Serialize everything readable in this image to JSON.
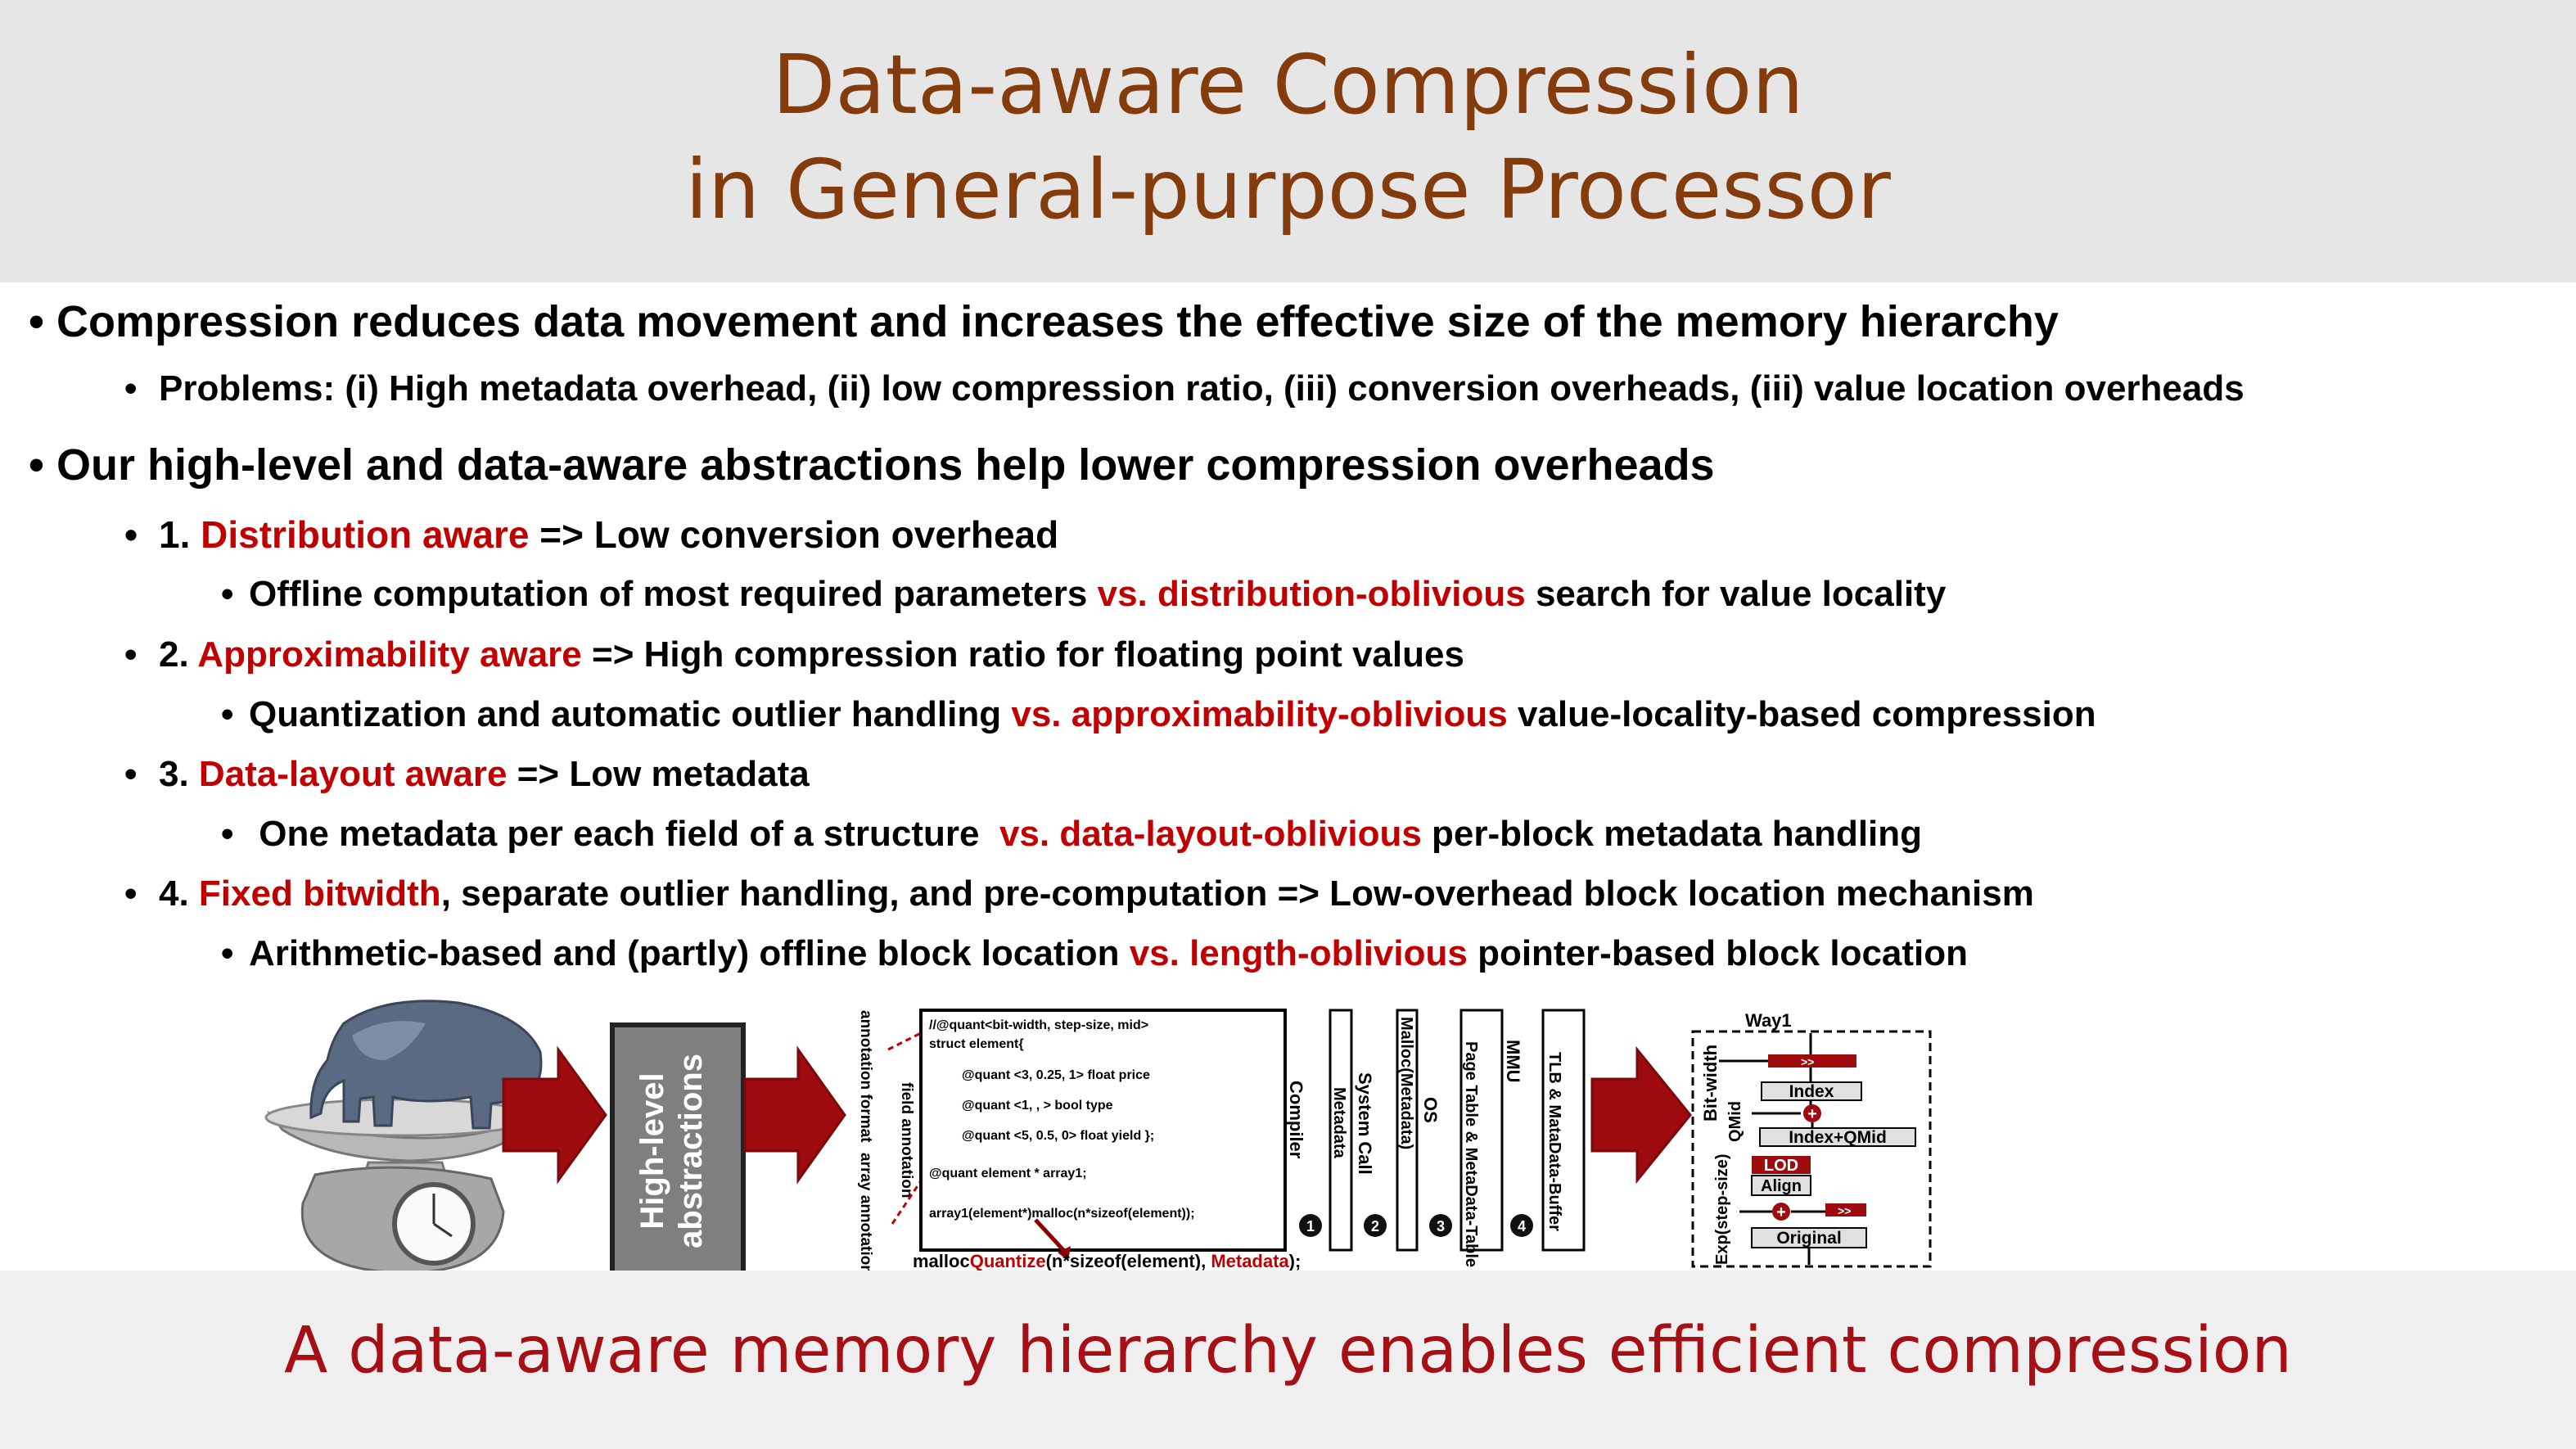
{
  "title": {
    "line1": "Data-aware Compression",
    "line2": "in General-purpose Processor"
  },
  "bullets": {
    "b1": "Compression reduces data movement and increases the effective size of the memory hierarchy",
    "b1_sub": "Problems: (i) High metadata overhead, (ii) low compression ratio, (iii) conversion overheads, (iii) value location overheads",
    "b2": "Our high-level and data-aware abstractions help lower compression overheads",
    "i1": {
      "num": "1. ",
      "red": "Distribution aware",
      "rest": " => Low conversion overhead",
      "sub_a": "Offline computation of most required parameters ",
      "sub_red": "vs. distribution-oblivious",
      "sub_b": " search for value locality"
    },
    "i2": {
      "num": "2. ",
      "red": "Approximability aware",
      "rest": " => High compression ratio for floating point values",
      "sub_a": "Quantization and automatic outlier handling ",
      "sub_red": "vs. approximability-oblivious",
      "sub_b": " value-locality-based compression"
    },
    "i3": {
      "num": "3. ",
      "red": "Data-layout aware",
      "rest": " => Low metadata",
      "sub_a": " One metadata per each field of a structure  ",
      "sub_red": "vs. data-layout-oblivious",
      "sub_b": " per-block metadata handling"
    },
    "i4": {
      "num": "4. ",
      "red": "Fixed bitwidth",
      "rest": ", separate outlier handling, and pre-computation => Low-overhead block location mechanism",
      "sub_a": "Arithmetic-based and (partly) offline block location ",
      "sub_red": "vs. length-oblivious",
      "sub_b": " pointer-based block location"
    }
  },
  "figure": {
    "abstraction_box": {
      "line1": "High-level",
      "line2": "abstractions"
    },
    "code_lines": [
      "//@quant<bit-width, step-size, mid>",
      "struct element{",
      "@quant <3, 0.25, 1> float price",
      "@quant <1, , > bool type",
      "@quant <5, 0.5, 0> float yield };",
      "@quant element * array1;",
      "array1(element*)malloc(n*sizeof(element));"
    ],
    "annotations": {
      "format": "annotation format",
      "field": "field annotation",
      "array": "array annotation"
    },
    "malloc_label": {
      "a": "malloc",
      "b": "Quantize",
      "c": "(n*sizeof(element), ",
      "d": "Metadata",
      "e": ");"
    },
    "stages": [
      {
        "label": "Compiler",
        "box": "Metadata",
        "num": "1"
      },
      {
        "label": "System Call",
        "box": "Malloc(Metadata)",
        "num": "2"
      },
      {
        "label": "OS",
        "box": "Page Table & MetaData-Table",
        "num": "3"
      },
      {
        "label": "MMU",
        "box": "TLB & MataData-Buffer",
        "num": "4"
      }
    ],
    "datapath": {
      "way": "Way1",
      "bitwidth": "Bit-width",
      "qmid": "QMid",
      "exp": "Exp(step-size)",
      "index": "Index",
      "index_qmid": "Index+QMid",
      "lod": "LOD",
      "align": "Align",
      "original": "Original",
      "shift1": ">>",
      "shift2": ">>",
      "plus": "+"
    }
  },
  "footer": "A data-aware memory hierarchy enables efficient compression",
  "colors": {
    "title": "#843c0c",
    "accent_red": "#c00000",
    "arrow": "#9e0b0f",
    "band": "#e7e6e6"
  }
}
